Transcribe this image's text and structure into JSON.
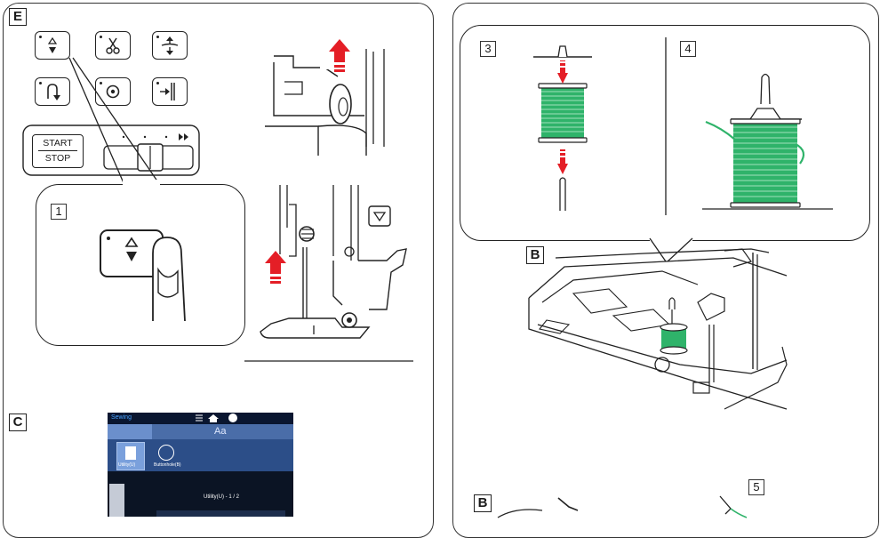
{
  "left_panel": {
    "label_e": "E",
    "buttons": [
      {
        "name": "needle-up-down-icon"
      },
      {
        "name": "scissors-icon"
      },
      {
        "name": "presser-foot-icon"
      },
      {
        "name": "reverse-stitch-icon"
      },
      {
        "name": "lock-stitch-icon"
      },
      {
        "name": "needle-position-icon"
      }
    ],
    "start_stop": {
      "line1": "START",
      "line2": "STOP"
    },
    "step1_number": "1",
    "label_c": "C"
  },
  "screen": {
    "title": "Sewing",
    "tab_aa": "Aa",
    "item1": "Utility(U)",
    "item2": "Buttonhole(B)",
    "page_indicator": "Utility(U) - 1 / 2"
  },
  "right_panel": {
    "step3_number": "3",
    "step4_number": "4",
    "label_b1": "B",
    "label_b2": "B",
    "step5_number": "5"
  },
  "colors": {
    "thread_green": "#2fb36a",
    "arrow_red": "#e41e26",
    "line": "#222222",
    "screen_bg": "#0b1424",
    "screen_accent": "#4a6da8"
  }
}
